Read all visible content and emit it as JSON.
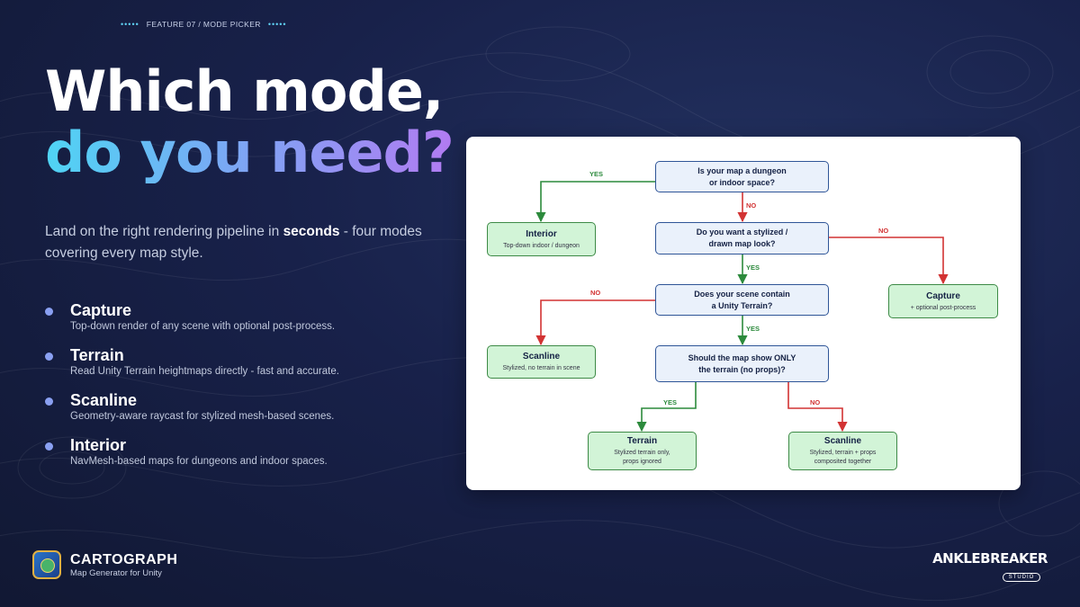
{
  "eyebrow": {
    "dots_left": "•••••",
    "label": "FEATURE 07 / MODE PICKER",
    "dots_right": "•••••"
  },
  "headline": {
    "line1": "Which mode,",
    "line2": "do you need?"
  },
  "intro": {
    "before": "Land on the right rendering pipeline in ",
    "bold": "seconds",
    "after": " - four modes covering every map style."
  },
  "modes": [
    {
      "name": "Capture",
      "desc": "Top-down render of any scene with optional post-process."
    },
    {
      "name": "Terrain",
      "desc": "Read Unity Terrain heightmaps directly - fast and accurate."
    },
    {
      "name": "Scanline",
      "desc": "Geometry-aware raycast for stylized mesh-based scenes."
    },
    {
      "name": "Interior",
      "desc": "NavMesh-based maps for dungeons and indoor spaces."
    }
  ],
  "flowchart": {
    "questions": {
      "q1": "Is your map a dungeon\nor indoor space?",
      "q2": "Do you want a stylized /\ndrawn map look?",
      "q3": "Does your scene contain\na Unity Terrain?",
      "q4": "Should the map show ONLY\nthe terrain (no props)?"
    },
    "results": {
      "interior": {
        "title": "Interior",
        "sub": "Top-down indoor / dungeon"
      },
      "capture": {
        "title": "Capture",
        "sub": "+ optional post-process"
      },
      "scanline1": {
        "title": "Scanline",
        "sub": "Stylized, no terrain in scene"
      },
      "terrain": {
        "title": "Terrain",
        "sub": "Stylized terrain only,\nprops ignored"
      },
      "scanline2": {
        "title": "Scanline",
        "sub": "Stylized, terrain + props\ncomposited together"
      }
    },
    "edges": {
      "yes": "YES",
      "no": "NO"
    },
    "colors": {
      "yes": "#2c8a3c",
      "no": "#d23333",
      "question_border": "#2f5597",
      "result_border": "#3d8a46"
    }
  },
  "brand": {
    "name": "CARTOGRAPH",
    "sub": "Map Generator for Unity"
  },
  "studio": {
    "name": "ANKLEBREAKER",
    "sub": "STUDIO"
  }
}
